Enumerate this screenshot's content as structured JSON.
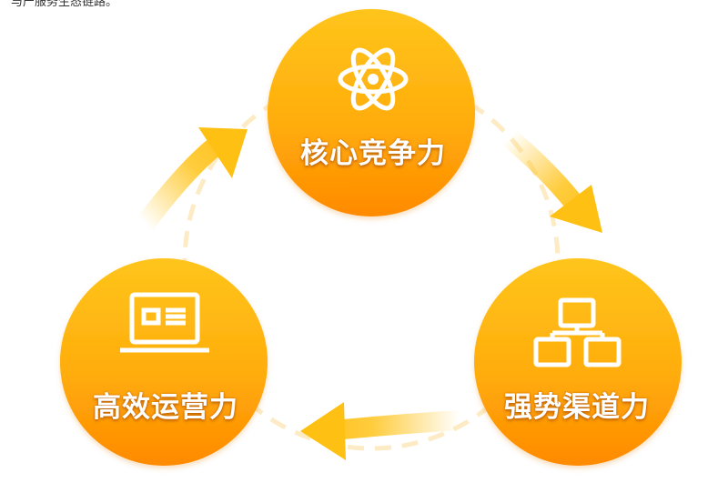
{
  "header": {
    "text": "与产服务生态链路。"
  },
  "nodes": {
    "core": {
      "label": "核心竞争力",
      "icon": "atom-icon"
    },
    "channel": {
      "label": "强势渠道力",
      "icon": "network-icon"
    },
    "operation": {
      "label": "高效运营力",
      "icon": "monitor-icon"
    }
  },
  "colors": {
    "circle_top": "#FFC41A",
    "circle_bottom": "#FF8C00",
    "arrow": "#FFC31A",
    "dash_ring": "#FDEBC6"
  }
}
